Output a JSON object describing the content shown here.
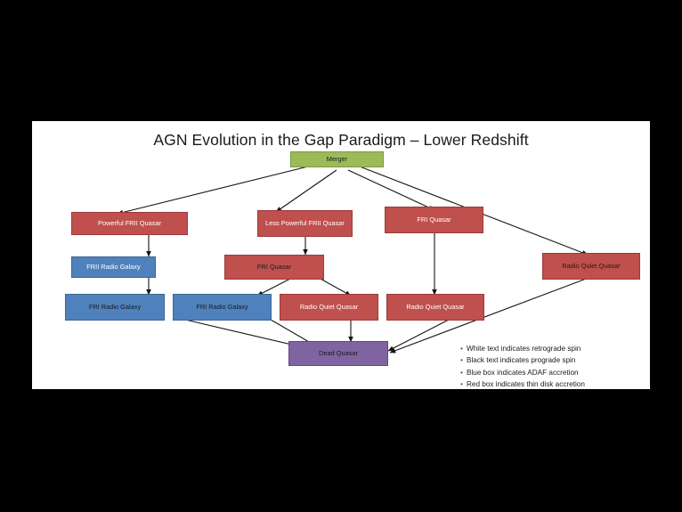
{
  "slide": {
    "title": "AGN Evolution in the Gap Paradigm – Lower Redshift",
    "background": "#ffffff",
    "canvas_background": "#000000"
  },
  "palette": {
    "red": "#c0504d",
    "blue": "#4f81bd",
    "green": "#9bbb59",
    "purple": "#8064a2",
    "white_text": "#ffffff",
    "black_text": "#1b1b1b"
  },
  "nodes": [
    {
      "id": "merger",
      "label": "Merger",
      "color": "green",
      "text": "black"
    },
    {
      "id": "powerful-frii-q",
      "label": "Powerful FRII Quasar",
      "color": "red",
      "text": "white"
    },
    {
      "id": "less-powerful-frii-q",
      "label": "Less Powerful FRII Quasar",
      "color": "red",
      "text": "white"
    },
    {
      "id": "fri-quasar-top",
      "label": "FRI Quasar",
      "color": "red",
      "text": "white"
    },
    {
      "id": "frii-radio-galaxy",
      "label": "FRII Radio Galaxy",
      "color": "blue",
      "text": "white"
    },
    {
      "id": "fri-quasar-mid",
      "label": "FRI Quasar",
      "color": "red",
      "text": "black"
    },
    {
      "id": "radio-quiet-quasar-right",
      "label": "Radio Quiet Quasar",
      "color": "red",
      "text": "black"
    },
    {
      "id": "fri-radio-galaxy-1",
      "label": "FRI Radio Galaxy",
      "color": "blue",
      "text": "black"
    },
    {
      "id": "fri-radio-galaxy-2",
      "label": "FRI Radio Galaxy",
      "color": "blue",
      "text": "black"
    },
    {
      "id": "radio-quiet-quasar-1",
      "label": "Radio Quiet Quasar",
      "color": "red",
      "text": "white"
    },
    {
      "id": "radio-quiet-quasar-2",
      "label": "Radio Quiet Quasar",
      "color": "red",
      "text": "white"
    },
    {
      "id": "dead-quasar",
      "label": "Dead Quasar",
      "color": "purple",
      "text": "black"
    }
  ],
  "legend": {
    "bullet": "•",
    "items": [
      "White text indicates retrograde spin",
      "Black text indicates prograde spin",
      "Blue box indicates ADAF accretion",
      "Red box indicates thin disk accretion"
    ]
  },
  "chart_data": {
    "type": "diagram",
    "title": "AGN Evolution in the Gap Paradigm – Lower Redshift",
    "edges": [
      {
        "from": "merger",
        "to": "powerful-frii-q"
      },
      {
        "from": "merger",
        "to": "less-powerful-frii-q"
      },
      {
        "from": "merger",
        "to": "fri-quasar-top"
      },
      {
        "from": "merger",
        "to": "radio-quiet-quasar-right"
      },
      {
        "from": "powerful-frii-q",
        "to": "frii-radio-galaxy"
      },
      {
        "from": "frii-radio-galaxy",
        "to": "fri-radio-galaxy-1"
      },
      {
        "from": "less-powerful-frii-q",
        "to": "fri-quasar-mid"
      },
      {
        "from": "fri-quasar-mid",
        "to": "fri-radio-galaxy-2"
      },
      {
        "from": "fri-quasar-mid",
        "to": "radio-quiet-quasar-1"
      },
      {
        "from": "fri-quasar-top",
        "to": "radio-quiet-quasar-2"
      },
      {
        "from": "fri-radio-galaxy-1",
        "to": "dead-quasar"
      },
      {
        "from": "fri-radio-galaxy-2",
        "to": "dead-quasar"
      },
      {
        "from": "radio-quiet-quasar-1",
        "to": "dead-quasar"
      },
      {
        "from": "radio-quiet-quasar-2",
        "to": "dead-quasar"
      },
      {
        "from": "radio-quiet-quasar-right",
        "to": "dead-quasar"
      }
    ]
  }
}
